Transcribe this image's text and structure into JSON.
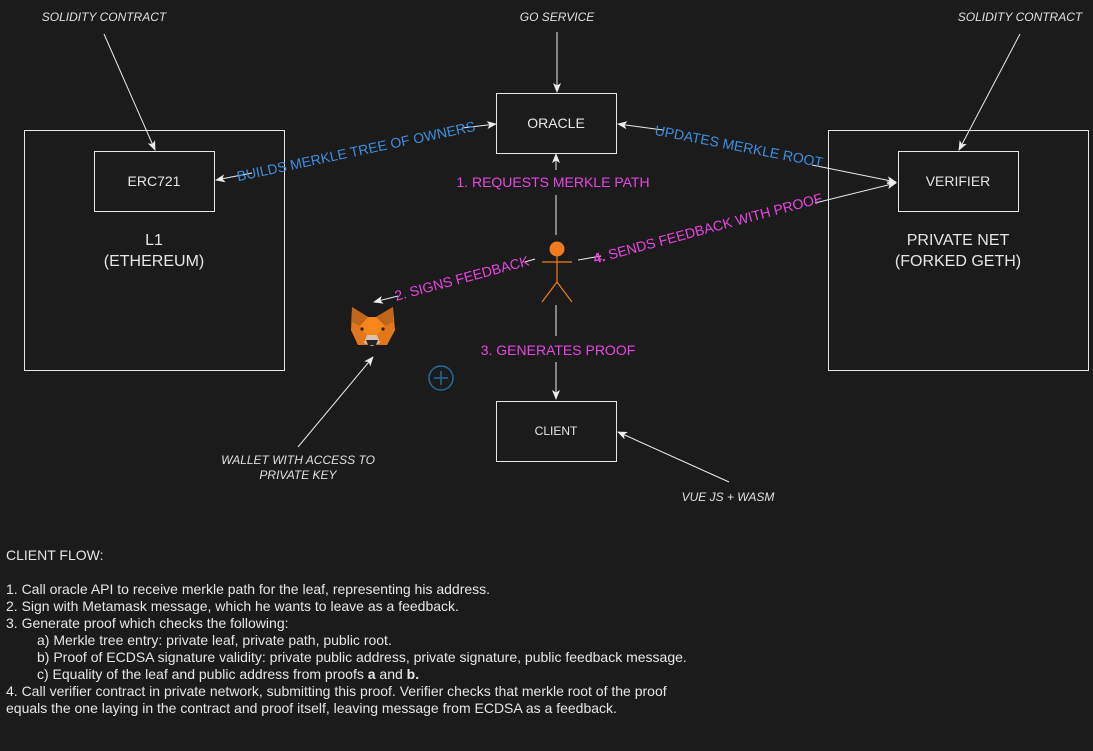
{
  "colors": {
    "background": "#1b1b1b",
    "stroke": "#e6e6e6",
    "blue_label": "#3d8fe0",
    "pink_label": "#e846e0",
    "actor": "#f07c1d",
    "plus_icon": "#1f6b9c"
  },
  "nodes": {
    "l1": {
      "line1": "L1",
      "line2": "(ETHEREUM)"
    },
    "erc721": "ERC721",
    "oracle": "ORACLE",
    "verifier": "VERIFIER",
    "private_net": {
      "line1": "PRIVATE NET",
      "line2": "(FORKED GETH)"
    },
    "client": "CLIENT"
  },
  "annotations": {
    "solidity_left": "SOLIDITY CONTRACT",
    "go_service": "GO SERVICE",
    "solidity_right": "SOLIDITY CONTRACT",
    "wallet_line1": "WALLET WITH ACCESS TO",
    "wallet_line2": "PRIVATE KEY",
    "vue": "VUE JS + WASM"
  },
  "edges": {
    "builds": "BUILDS MERKLE TREE OF OWNERS",
    "updates": "UPDATES MERKLE ROOT",
    "requests": "1. REQUESTS MERKLE PATH",
    "signs": "2. SIGNS FEEDBACK",
    "generates": "3. GENERATES  PROOF",
    "sends_prefix": "4.",
    "sends_rest": " SENDS FEEDBACK WITH PROOF"
  },
  "icons": {
    "wallet": "metamask-fox-icon",
    "actor": "stick-figure-icon",
    "add": "plus-circle-icon"
  },
  "flow": {
    "title": "CLIENT FLOW:",
    "step1": "1. Call oracle API to receive merkle path for the leaf, representing his address.",
    "step2": "2. Sign with Metamask message, which he wants to leave as a feedback.",
    "step3": "3. Generate proof which checks the following:",
    "step3a": "a) Merkle tree entry: private leaf, private path, public root.",
    "step3b": "b) Proof of ECDSA signature validity: private public address, private signature, public feedback message.",
    "step3c_prefix": "c) Equality of the leaf and public address from proofs ",
    "step3c_a": "a",
    "step3c_and": " and ",
    "step3c_b": "b.",
    "step4_line1": "4. Call verifier contract in private network, submitting this proof. Verifier checks that merkle root of the proof",
    "step4_line2": "equals the one laying in the contract and proof itself, leaving message from ECDSA as a feedback."
  }
}
